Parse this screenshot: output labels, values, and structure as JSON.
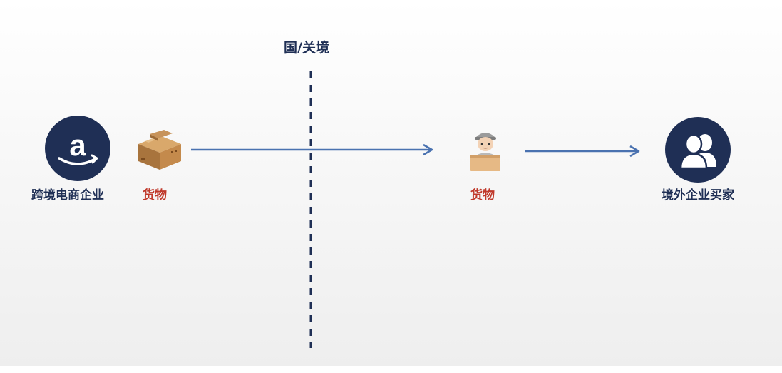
{
  "border": {
    "label": "国/关境"
  },
  "seller": {
    "label": "跨境电商企业",
    "icon": "amazon-logo-icon"
  },
  "goods_origin": {
    "label": "货物",
    "icon": "package-box-icon"
  },
  "goods_delivery": {
    "label": "货物",
    "icon": "courier-person-icon"
  },
  "buyer": {
    "label": "境外企业买家",
    "icon": "users-icon"
  },
  "colors": {
    "navy": "#1f2f55",
    "accent_red": "#c0392b",
    "arrow_blue": "#4a72b0"
  }
}
